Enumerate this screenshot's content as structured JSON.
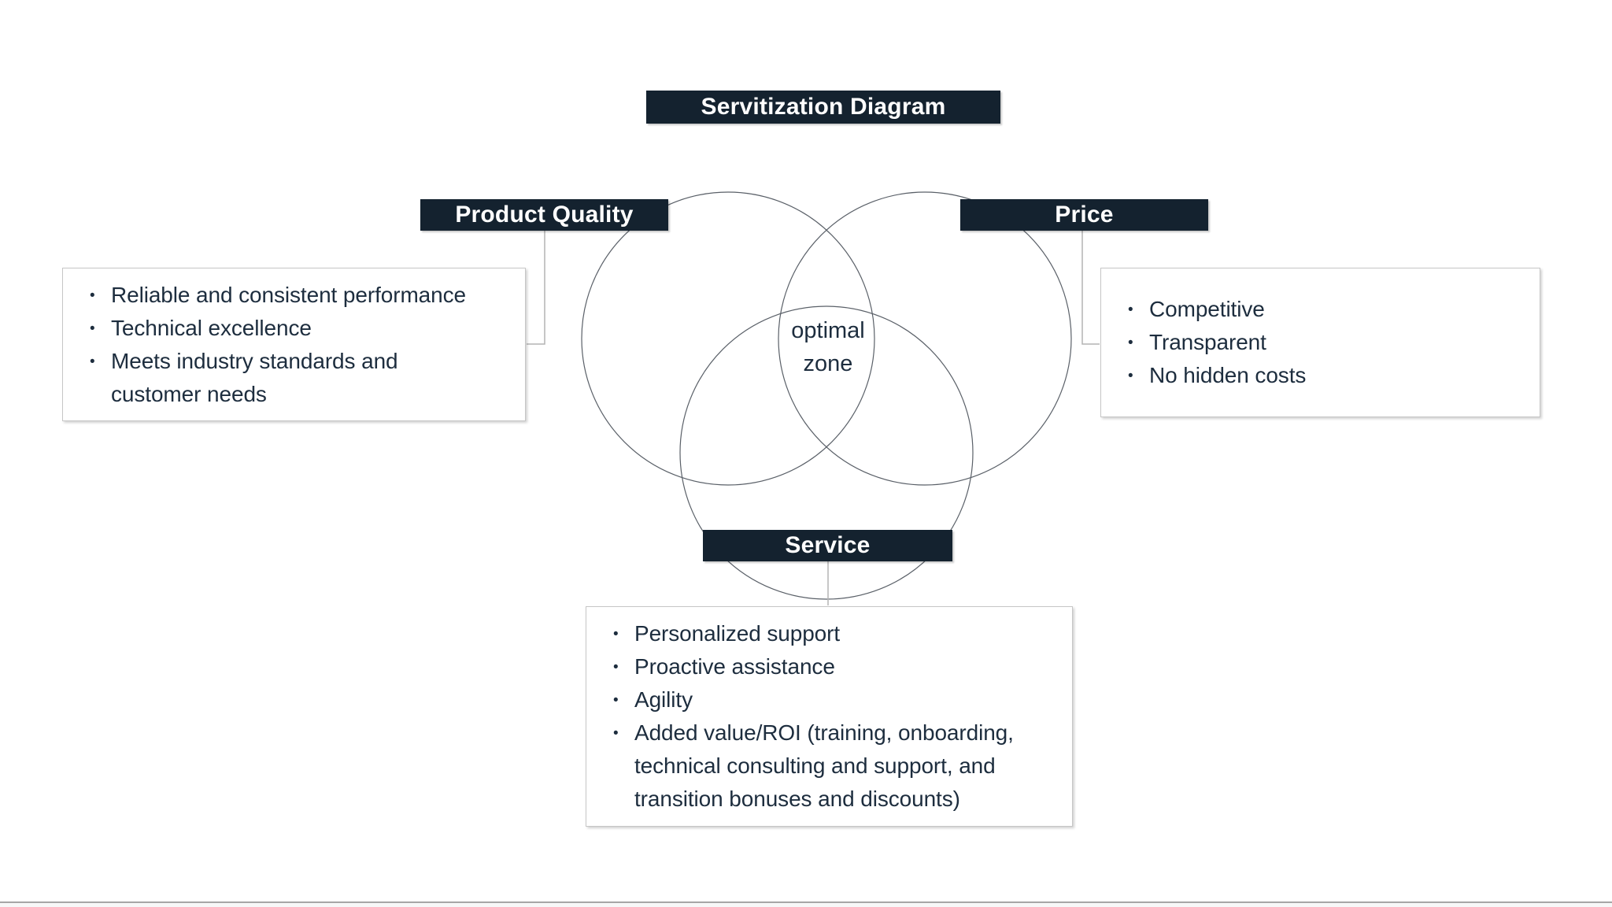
{
  "title_bar": {
    "text": "Servitization Diagram"
  },
  "venn": {
    "center_label": "optimal zone"
  },
  "nodes": {
    "product_quality": {
      "label": "Product Quality",
      "bullets": [
        "Reliable and consistent performance",
        "Technical excellence",
        "Meets industry standards and customer needs"
      ]
    },
    "price": {
      "label": "Price",
      "bullets": [
        "Competitive",
        "Transparent",
        "No hidden costs"
      ]
    },
    "service": {
      "label": "Service",
      "bullets": [
        "Personalized support",
        "Proactive assistance",
        "Agility",
        "Added value/ROI (training, onboarding, technical consulting and support, and transition bonuses and discounts)"
      ]
    }
  },
  "colors": {
    "bar_bg": "#14222f",
    "bar_text": "#ffffff",
    "body_text": "#1d2d3e",
    "box_border": "#c6c6c6",
    "circle_stroke": "#5a6068",
    "connector": "#b4b4b4",
    "bottom_rule": "#a6a6a6",
    "page_bg": "#ffffff"
  }
}
